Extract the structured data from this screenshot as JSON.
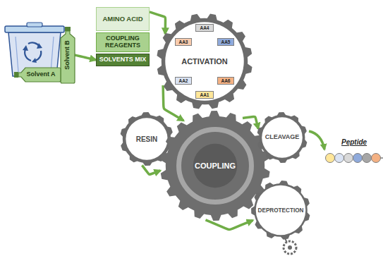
{
  "diagram": {
    "nodes": [
      {
        "text": [
          "Solvent B"
        ]
      },
      {
        "text": [
          "Solvent A"
        ]
      },
      {
        "text": [
          "AMINO ACID"
        ]
      },
      {
        "text": [
          "COUPLING REAGENTS"
        ]
      },
      {
        "text": [
          "SOLVENTS MIX"
        ]
      },
      {
        "text": [
          "ACTIVATION"
        ]
      },
      {
        "text": [
          "AA4"
        ],
        "in": 5
      },
      {
        "text": [
          "AA3"
        ],
        "in": 5
      },
      {
        "text": [
          "AA5"
        ],
        "in": 5
      },
      {
        "text": [
          "AA2"
        ],
        "in": 5
      },
      {
        "text": [
          "AA6"
        ],
        "in": 5
      },
      {
        "text": [
          "AA1"
        ],
        "in": 5
      },
      {
        "text": [
          "RESIN"
        ]
      },
      {
        "text": [
          "COUPLING"
        ]
      },
      {
        "text": [
          "CLEAVAGE"
        ]
      },
      {
        "text": [
          "DEPROTECTION"
        ]
      }
    ],
    "edges": [
      {
        "from": 0,
        "to": 4,
        "arrow": "to"
      },
      {
        "from": 2,
        "to": 5,
        "arrow": "to"
      },
      {
        "from": 5,
        "to": 13,
        "arrow": "to"
      },
      {
        "from": 12,
        "to": 13,
        "arrow": "to"
      },
      {
        "from": 13,
        "to": 14,
        "arrow": "to"
      },
      {
        "from": 13,
        "to": 15,
        "arrow": "to"
      }
    ],
    "labels": [
      "Peptide"
    ]
  }
}
